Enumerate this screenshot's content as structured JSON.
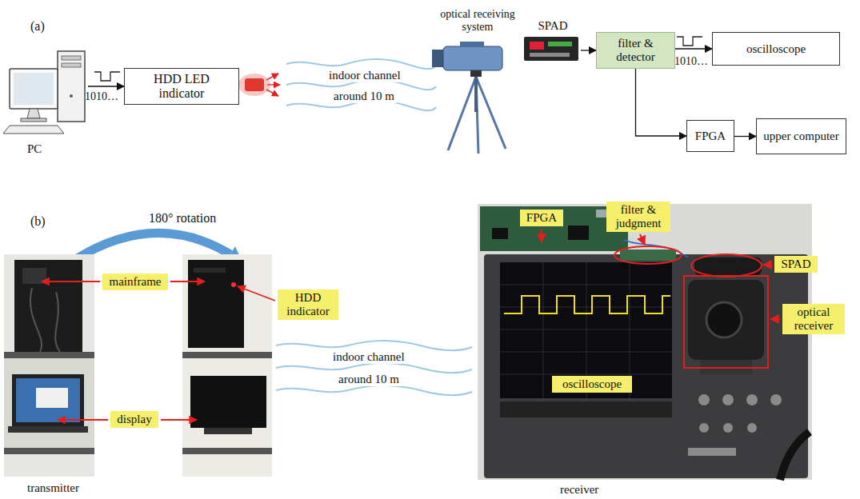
{
  "diagram": {
    "nodes": [
      {
        "text": [
          "PC"
        ]
      },
      {
        "text": [
          "HDD LED indicator"
        ]
      },
      {
        "text": [
          "optical receiving system"
        ]
      },
      {
        "text": [
          "SPAD"
        ]
      },
      {
        "text": [
          "filter & detector"
        ]
      },
      {
        "text": [
          "oscilloscope"
        ]
      },
      {
        "text": [
          "FPGA"
        ]
      },
      {
        "text": [
          "upper computer"
        ]
      },
      {
        "text": [
          "mainframe"
        ]
      },
      {
        "text": [
          "display"
        ]
      },
      {
        "text": [
          "HDD indicator"
        ]
      },
      {
        "text": [
          "FPGA"
        ]
      },
      {
        "text": [
          "filter & judgment"
        ]
      },
      {
        "text": [
          "SPAD"
        ]
      },
      {
        "text": [
          "optical receiver"
        ]
      },
      {
        "text": [
          "oscilloscope"
        ]
      }
    ],
    "edges": [
      {
        "from": 0,
        "to": 1,
        "arrow": "to"
      },
      {
        "from": 3,
        "to": 4,
        "arrow": "to"
      },
      {
        "from": 4,
        "to": 5,
        "arrow": "to"
      },
      {
        "from": 4,
        "to": 6,
        "arrow": "to"
      },
      {
        "from": 6,
        "to": 7,
        "arrow": "to"
      }
    ],
    "labels": [
      "(a)",
      "1010…",
      "indoor channel",
      "around 10 m",
      "1010…",
      "(b)",
      "180° rotation",
      "indoor channel",
      "around 10 m",
      "transmitter",
      "receiver"
    ]
  }
}
